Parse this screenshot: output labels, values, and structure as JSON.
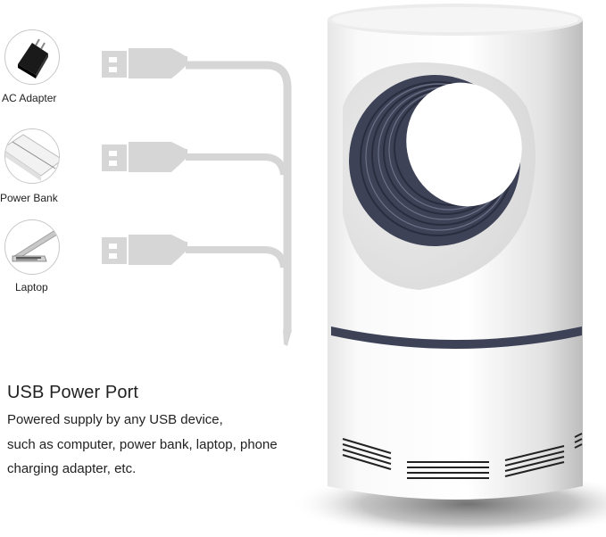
{
  "sources": [
    {
      "label": "AC Adapter",
      "icon": "ac-adapter-icon"
    },
    {
      "label": "Power Bank",
      "icon": "power-bank-icon"
    },
    {
      "label": "Laptop",
      "icon": "laptop-icon"
    }
  ],
  "connectors": [
    {
      "type": "usb-a",
      "icon": "usb-plug-icon"
    },
    {
      "type": "usb-a",
      "icon": "usb-plug-icon"
    },
    {
      "type": "usb-a",
      "icon": "usb-plug-icon"
    }
  ],
  "feature": {
    "title": "USB Power Port",
    "lines": [
      "Powered supply by any USB device,",
      "such as computer, power bank, laptop, phone",
      "charging adapter, etc."
    ]
  },
  "product": {
    "name": "mosquito-lamp",
    "accent_color": "#3d4257",
    "body_color": "#f4f4f4"
  },
  "colors": {
    "cable": "#d6d6d6",
    "text": "#222222",
    "background": "#ffffff"
  }
}
